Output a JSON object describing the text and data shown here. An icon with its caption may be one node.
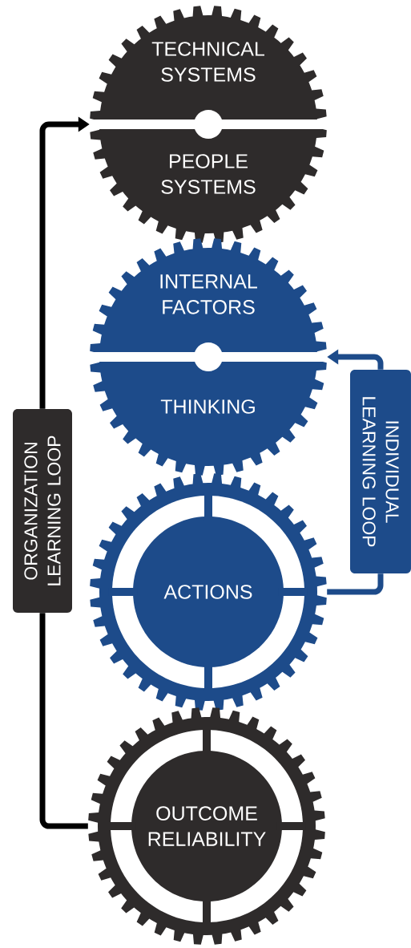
{
  "diagram": {
    "nodes": [
      {
        "text": [
          "TECHNICAL SYSTEMS",
          "PEOPLE SYSTEMS"
        ]
      },
      {
        "text": [
          "INTERNAL FACTORS",
          "THINKING"
        ]
      },
      {
        "text": [
          "ACTIONS"
        ]
      },
      {
        "text": [
          "OUTCOME RELIABILITY"
        ]
      },
      {
        "text": [
          "ORGANIZATION LEARNING LOOP"
        ]
      },
      {
        "text": [
          "INDIVIDUAL LEARNING LOOP"
        ]
      }
    ],
    "edges": [
      {
        "from": 3,
        "to": 4,
        "arrow": "none"
      },
      {
        "from": 4,
        "to": 0,
        "arrow": "to"
      },
      {
        "from": 2,
        "to": 5,
        "arrow": "none",
        "color": "#1d4b8a"
      },
      {
        "from": 5,
        "to": 1,
        "arrow": "to",
        "color": "#1d4b8a"
      }
    ]
  }
}
